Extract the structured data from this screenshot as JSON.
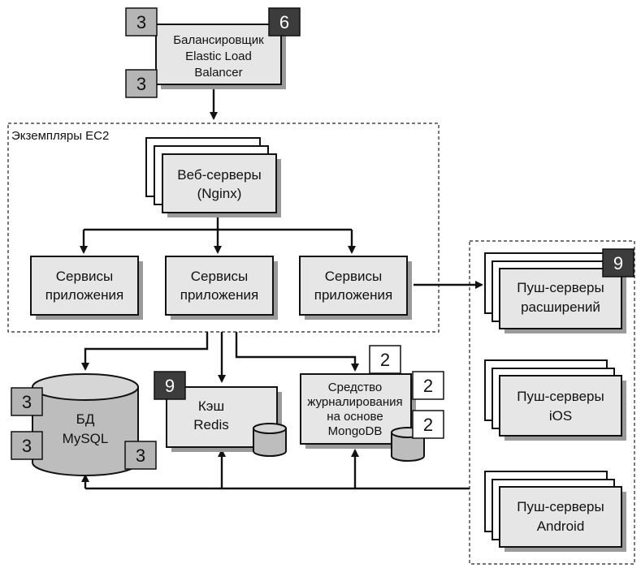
{
  "load_balancer": {
    "line1": "Балансировщик",
    "line2": "Elastic Load",
    "line3": "Balancer",
    "badge_top_left": "3",
    "badge_top_right": "6",
    "badge_bottom_left": "3"
  },
  "ec2_group": {
    "label": "Экземпляры EC2"
  },
  "web_servers": {
    "line1": "Веб-серверы",
    "line2": "(Nginx)"
  },
  "app_services": [
    {
      "line1": "Сервисы",
      "line2": "приложения"
    },
    {
      "line1": "Сервисы",
      "line2": "приложения"
    },
    {
      "line1": "Сервисы",
      "line2": "приложения"
    }
  ],
  "mysql": {
    "line1": "БД",
    "line2": "MySQL",
    "badge_top": "3",
    "badge_bottom_left": "3",
    "badge_bottom_right": "3"
  },
  "redis": {
    "line1": "Кэш",
    "line2": "Redis",
    "badge": "9"
  },
  "mongo": {
    "line1": "Средство",
    "line2": "журналирования",
    "line3": "на основе",
    "line4": "MongoDB",
    "badge_top": "2",
    "badge_middle": "2",
    "badge_bottom": "2"
  },
  "push_extensions": {
    "line1": "Пуш-серверы",
    "line2": "расширений",
    "badge": "9"
  },
  "push_ios": {
    "line1": "Пуш-серверы",
    "line2": "iOS"
  },
  "push_android": {
    "line1": "Пуш-серверы",
    "line2": "Android"
  },
  "colors": {
    "box_fill": "#e6e6e6",
    "badge_light": "#b5b5b5",
    "badge_dark": "#3c3c3c",
    "stroke": "#111111"
  }
}
